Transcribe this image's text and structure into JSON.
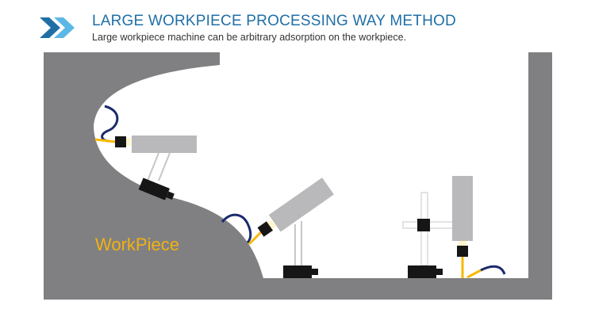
{
  "header": {
    "title": "LARGE WORKPIECE PROCESSING WAY METHOD",
    "subtitle": "Large workpiece machine can be arbitrary adsorption on the workpiece.",
    "icon": "double-chevron-right-icon"
  },
  "diagram": {
    "workpiece_label": "WorkPiece"
  },
  "colors": {
    "title": "#1f6fa6",
    "chevron_dark": "#1f6fa6",
    "chevron_light": "#5cb7e6",
    "workpiece": "#808083",
    "arm": "#b9b9bb",
    "camera": "#161616",
    "cable_yellow": "#f7b900",
    "cable_blue": "#1a2a6c",
    "label": "#f2b111"
  }
}
